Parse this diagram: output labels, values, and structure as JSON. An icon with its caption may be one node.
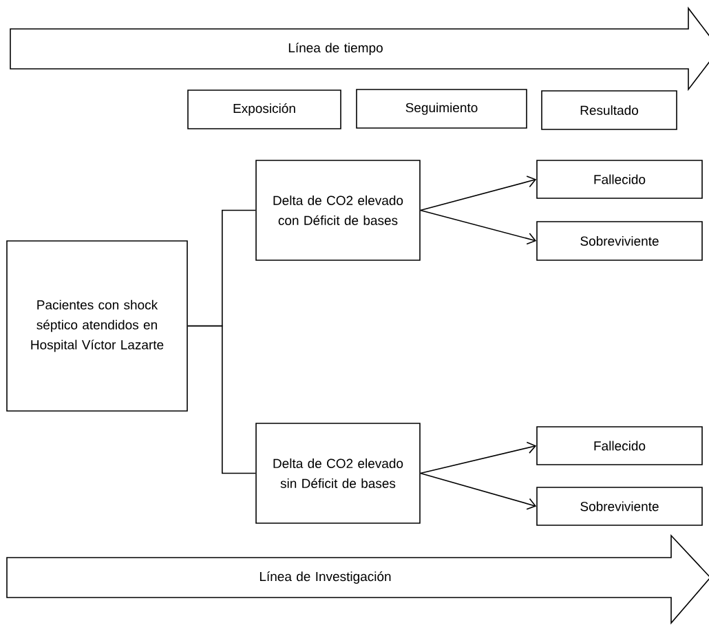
{
  "diagram": {
    "nodes": [
      {
        "text": [
          "Línea de tiempo"
        ]
      },
      {
        "text": [
          "Exposición"
        ]
      },
      {
        "text": [
          "Seguimiento"
        ]
      },
      {
        "text": [
          "Resultado"
        ]
      },
      {
        "text": [
          "Pacientes con shock séptico atendidos en Hospital Víctor Lazarte"
        ]
      },
      {
        "text": [
          "Delta de CO2 elevado con Déficit de bases"
        ]
      },
      {
        "text": [
          "Fallecido"
        ]
      },
      {
        "text": [
          "Sobreviviente"
        ]
      },
      {
        "text": [
          "Delta de CO2 elevado sin Déficit de bases"
        ]
      },
      {
        "text": [
          "Fallecido"
        ]
      },
      {
        "text": [
          "Sobreviviente"
        ]
      },
      {
        "text": [
          "Línea de Investigación"
        ]
      }
    ],
    "edges": [
      {
        "from": 4,
        "to": 5,
        "arrow": "none"
      },
      {
        "from": 4,
        "to": 8,
        "arrow": "none"
      },
      {
        "from": 5,
        "to": 6,
        "arrow": "to"
      },
      {
        "from": 5,
        "to": 7,
        "arrow": "to"
      },
      {
        "from": 8,
        "to": 9,
        "arrow": "to"
      },
      {
        "from": 8,
        "to": 10,
        "arrow": "to"
      }
    ]
  }
}
